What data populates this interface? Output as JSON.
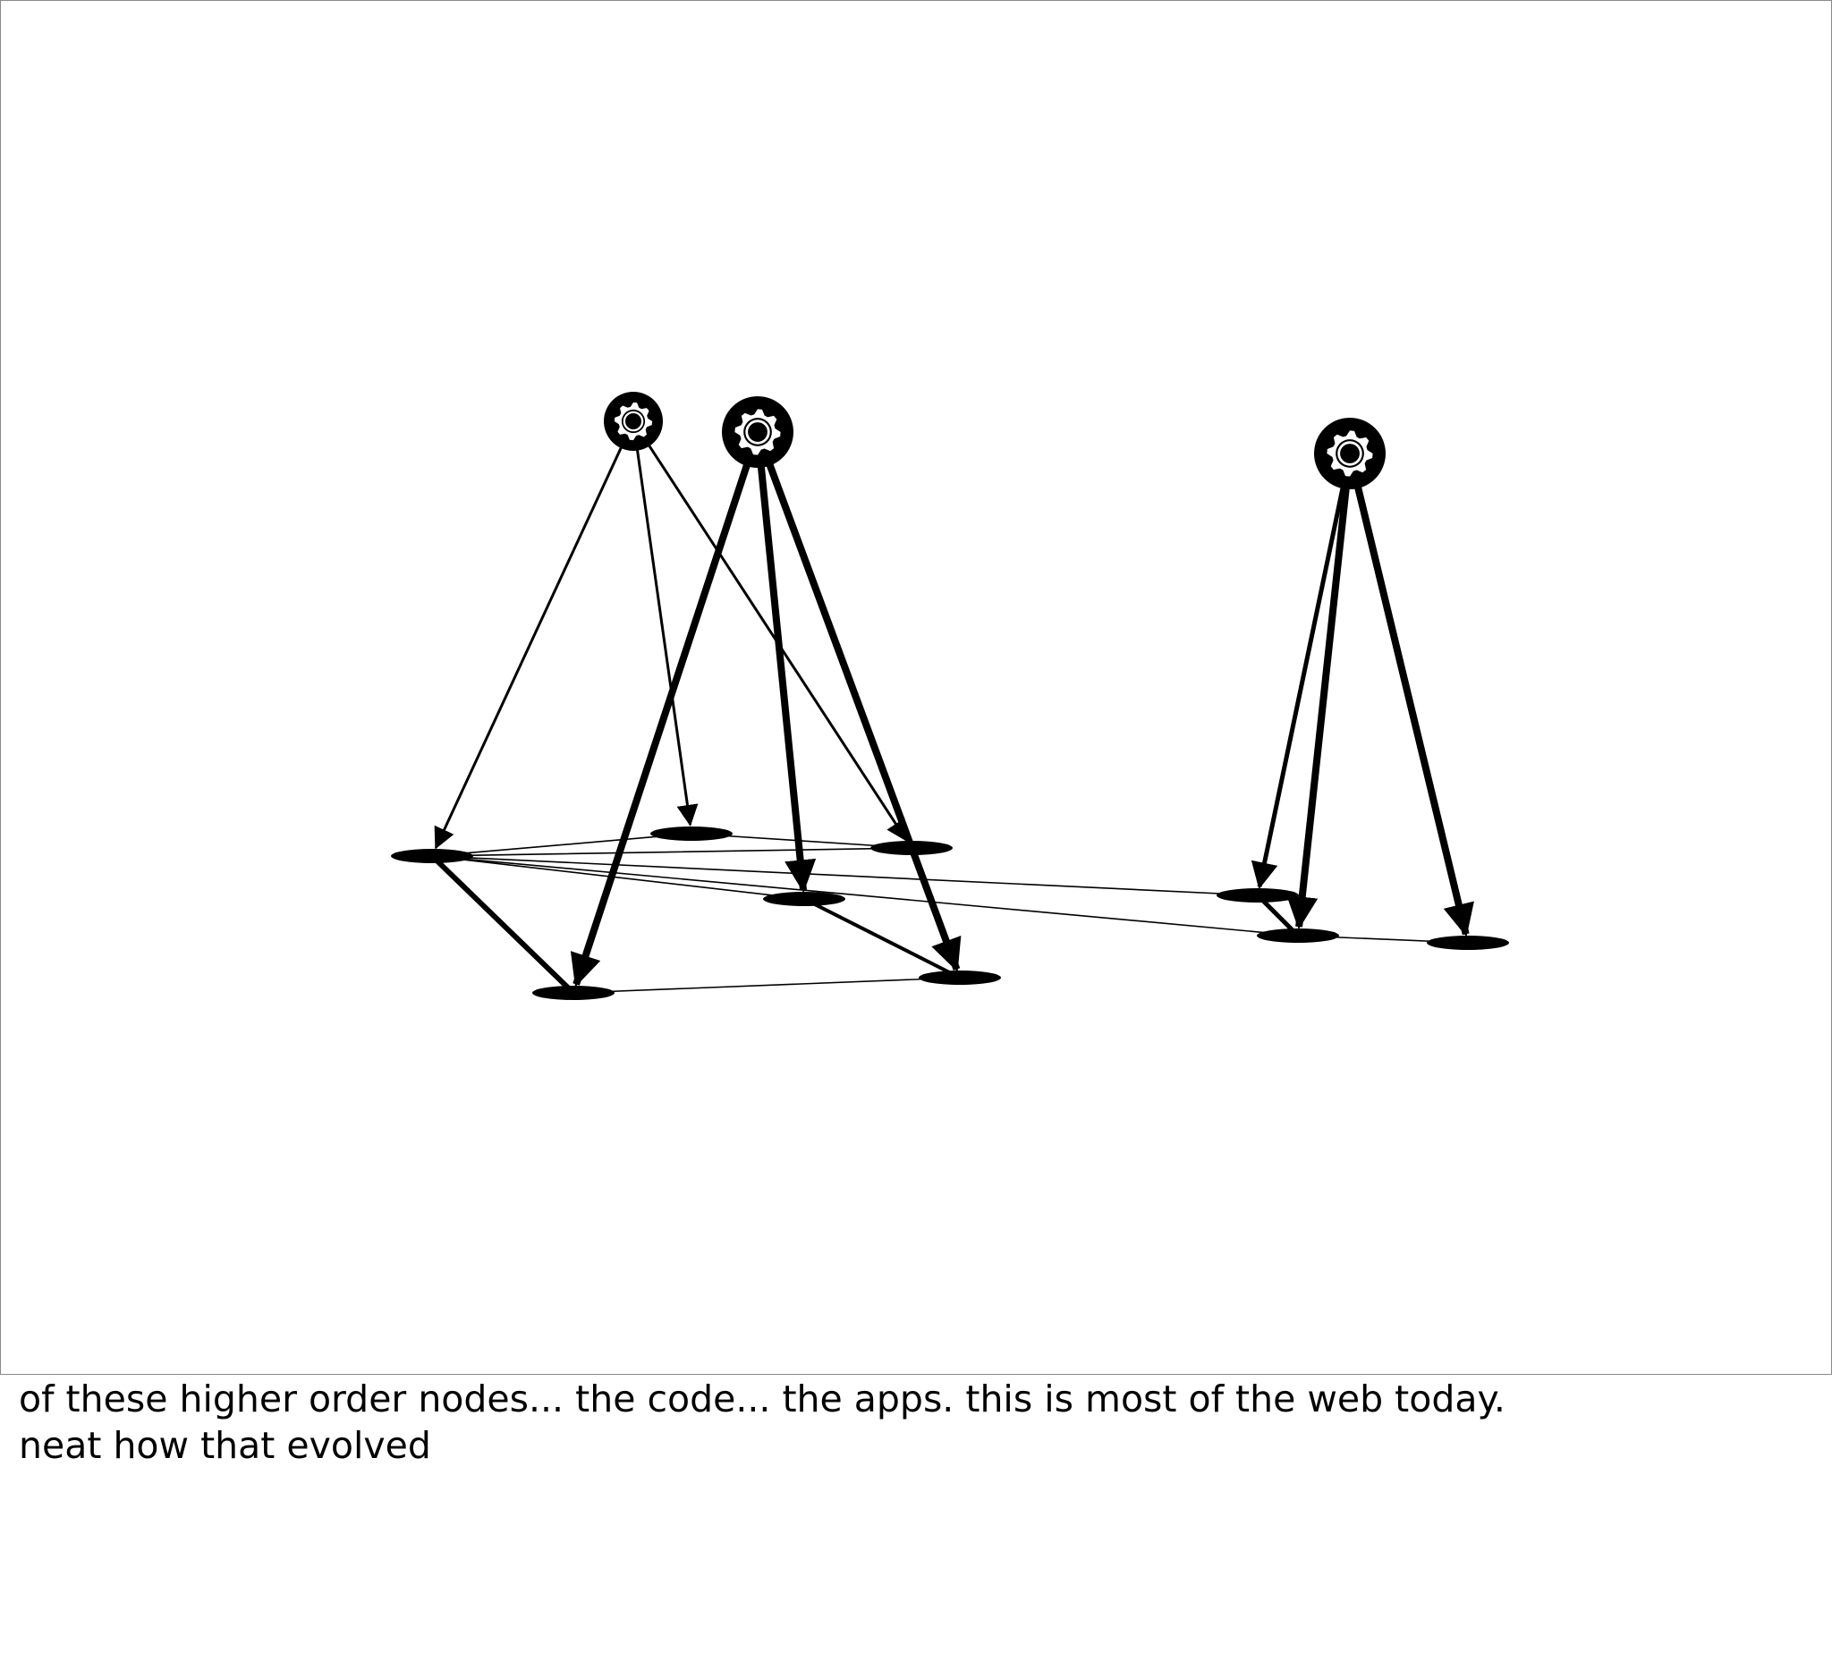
{
  "notes": {
    "line1": "of these higher order nodes... the code... the apps. this is most of the web today.",
    "line2": "neat how that evolved"
  },
  "diagram": {
    "colors": {
      "ink": "#000000",
      "background": "#ffffff",
      "slide_border": "#8a8a8a",
      "gear": "#ffffff"
    },
    "app_nodes": [
      {
        "id": "app-1",
        "icon": "gear-icon"
      },
      {
        "id": "app-2",
        "icon": "gear-icon"
      },
      {
        "id": "app-3",
        "icon": "gear-icon"
      }
    ],
    "page_nodes": [
      {
        "id": "page-1"
      },
      {
        "id": "page-2"
      },
      {
        "id": "page-3"
      },
      {
        "id": "page-4"
      },
      {
        "id": "page-5"
      },
      {
        "id": "page-6"
      },
      {
        "id": "page-7"
      },
      {
        "id": "page-8"
      },
      {
        "id": "page-9"
      }
    ],
    "arrows": [
      {
        "from": "app-1",
        "to": "page-1",
        "weight": "thin"
      },
      {
        "from": "app-1",
        "to": "page-2",
        "weight": "thin"
      },
      {
        "from": "app-1",
        "to": "page-3",
        "weight": "thin"
      },
      {
        "from": "app-2",
        "to": "page-5",
        "weight": "thick"
      },
      {
        "from": "app-2",
        "to": "page-4",
        "weight": "thick"
      },
      {
        "from": "app-2",
        "to": "page-6",
        "weight": "thick"
      },
      {
        "from": "app-3",
        "to": "page-7",
        "weight": "medium"
      },
      {
        "from": "app-3",
        "to": "page-8",
        "weight": "thick"
      },
      {
        "from": "app-3",
        "to": "page-9",
        "weight": "thick"
      }
    ],
    "links": [
      {
        "from": "page-1",
        "to": "page-2"
      },
      {
        "from": "page-1",
        "to": "page-3"
      },
      {
        "from": "page-1",
        "to": "page-4"
      },
      {
        "from": "page-1",
        "to": "page-5"
      },
      {
        "from": "page-1",
        "to": "page-7"
      },
      {
        "from": "page-1",
        "to": "page-8"
      },
      {
        "from": "page-2",
        "to": "page-3"
      },
      {
        "from": "page-4",
        "to": "page-6"
      },
      {
        "from": "page-5",
        "to": "page-6"
      },
      {
        "from": "page-7",
        "to": "page-8"
      },
      {
        "from": "page-8",
        "to": "page-9"
      }
    ]
  }
}
